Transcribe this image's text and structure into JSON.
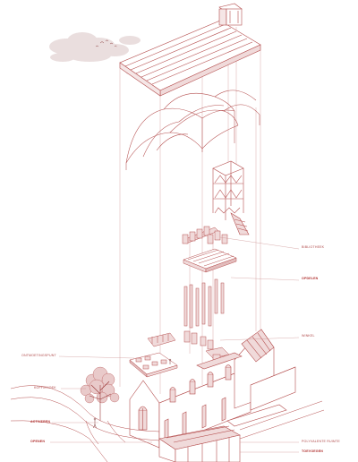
{
  "colors": {
    "line": "#b54f4f",
    "fill": "#f0dada",
    "fill_dark": "#e2bcbc",
    "accent": "#b0302f",
    "cloud": "#d9c4c4"
  },
  "labels": {
    "bibliotheek": "BIBLIOTHEEK",
    "opdelen": "OPDELEN",
    "winkel": "WINKEL",
    "ontmoetingspunt": "ONTMOETINGSPUNT",
    "koffiehoek": "KOFFIEHOEK",
    "activeren": "ACTIVEREN",
    "openen": "OPENEN",
    "polyvalente_ruimte": "POLYVALENTE RUIMTE",
    "toevoegen": "TOEVOEGEN"
  }
}
